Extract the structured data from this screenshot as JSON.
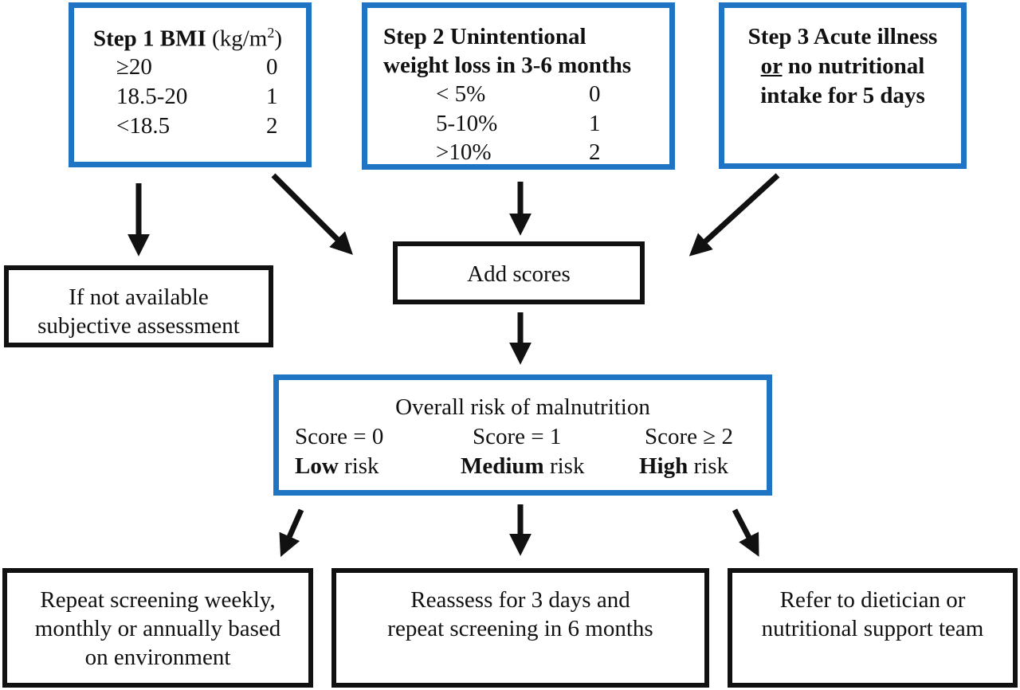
{
  "step1": {
    "title_bold": "Step 1 BMI",
    "title_unit": "(kg/m",
    "title_sup": "2",
    "title_close": ")",
    "rows": [
      {
        "range": "≥20",
        "score": "0"
      },
      {
        "range": "18.5-20",
        "score": "1"
      },
      {
        "range": "<18.5",
        "score": "2"
      }
    ]
  },
  "step2": {
    "title_line1": "Step 2 Unintentional",
    "title_line2": "weight loss in 3-6 months",
    "rows": [
      {
        "range": "< 5%",
        "score": "0"
      },
      {
        "range": "5-10%",
        "score": "1"
      },
      {
        "range": ">10%",
        "score": "2"
      }
    ]
  },
  "step3": {
    "line1": "Step 3 Acute illness",
    "line2_or": "or",
    "line2_rest": " no nutritional",
    "line3": "intake for 5 days"
  },
  "not_available": {
    "line1": "If not available",
    "line2": "subjective assessment"
  },
  "add_scores": "Add scores",
  "overall": {
    "title": "Overall risk of malnutrition",
    "columns": [
      {
        "score": "Score = 0",
        "level_bold": "Low",
        "level_rest": " risk"
      },
      {
        "score": "Score = 1",
        "level_bold": "Medium",
        "level_rest": " risk"
      },
      {
        "score": "Score ≥ 2",
        "level_bold": "High",
        "level_rest": " risk"
      }
    ]
  },
  "outcomes": [
    {
      "lines": [
        "Repeat screening weekly,",
        "monthly or annually based",
        "on environment"
      ]
    },
    {
      "lines": [
        "Reassess for 3 days and",
        "repeat screening in 6 months"
      ]
    },
    {
      "lines": [
        "Refer to dietician or",
        "nutritional support team"
      ]
    }
  ],
  "colors": {
    "blue_border": "#1f75c4",
    "black_border": "#111111"
  }
}
